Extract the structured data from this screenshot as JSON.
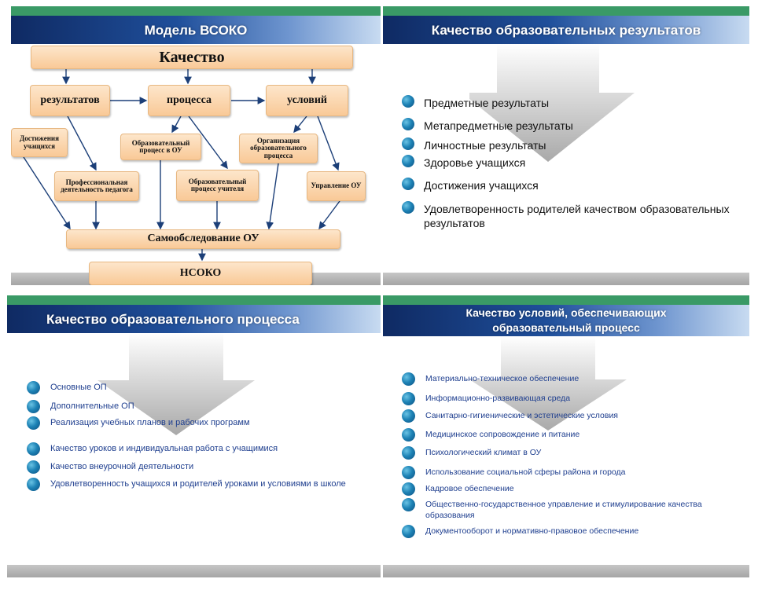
{
  "slides": {
    "model": {
      "title": "Модель ВСОКО",
      "nodes": {
        "quality": "Качество",
        "results": "результатов",
        "process": "процесса",
        "conditions": "условий",
        "achievements": "Достижения учащихся",
        "prof_activity": "Профессиональная деятельность педагога",
        "edu_process_ou": "Образовательный процесс в ОУ",
        "edu_process_teacher": "Образовательный процесс учителя",
        "org_edu_process": "Организация образовательного процесса",
        "management": "Управление ОУ",
        "self_exam": "Самообследование ОУ",
        "nsoko": "НСОКО"
      }
    },
    "results": {
      "title": "Качество образовательных результатов",
      "items": [
        "Предметные результаты",
        "Метапредметные результаты",
        "Личностные результаты",
        "Здоровье учащихся",
        "Достижения учащихся",
        "Удовлетворенность родителей качеством образовательных результатов"
      ]
    },
    "process": {
      "title": "Качество  образовательного процесса",
      "items": [
        "Основные ОП",
        "Дополнительные ОП",
        "Реализация учебных планов и рабочих программ",
        "Качество уроков и индивидуальная работа с учащимися",
        "Качество внеурочной деятельности",
        "Удовлетворенность учащихся и родителей уроками и условиями в школе"
      ]
    },
    "conditions": {
      "title": "Качество условий, обеспечивающих образовательный процесс",
      "items": [
        "Материально-техническое обеспечение",
        "Информационно-развивающая среда",
        "Санитарно-гигиенические  и эстетические условия",
        "Медицинское сопровождение и питание",
        "Психологический климат в ОУ",
        "Использование социальной сферы района и города",
        "Кадровое обеспечение",
        "Общественно-государственное управление и стимулирование качества образования",
        "Документооборот и нормативно-правовое обеспечение"
      ]
    }
  },
  "colors": {
    "header_dark": "#0f2a63",
    "green_stripe": "#3a9a66",
    "box_fill": "#f9c997",
    "bullet": "#1e83b6",
    "blue_text": "#1f3f8f"
  },
  "icons": [
    "down-arrow-icon",
    "bullet-sphere-icon"
  ]
}
